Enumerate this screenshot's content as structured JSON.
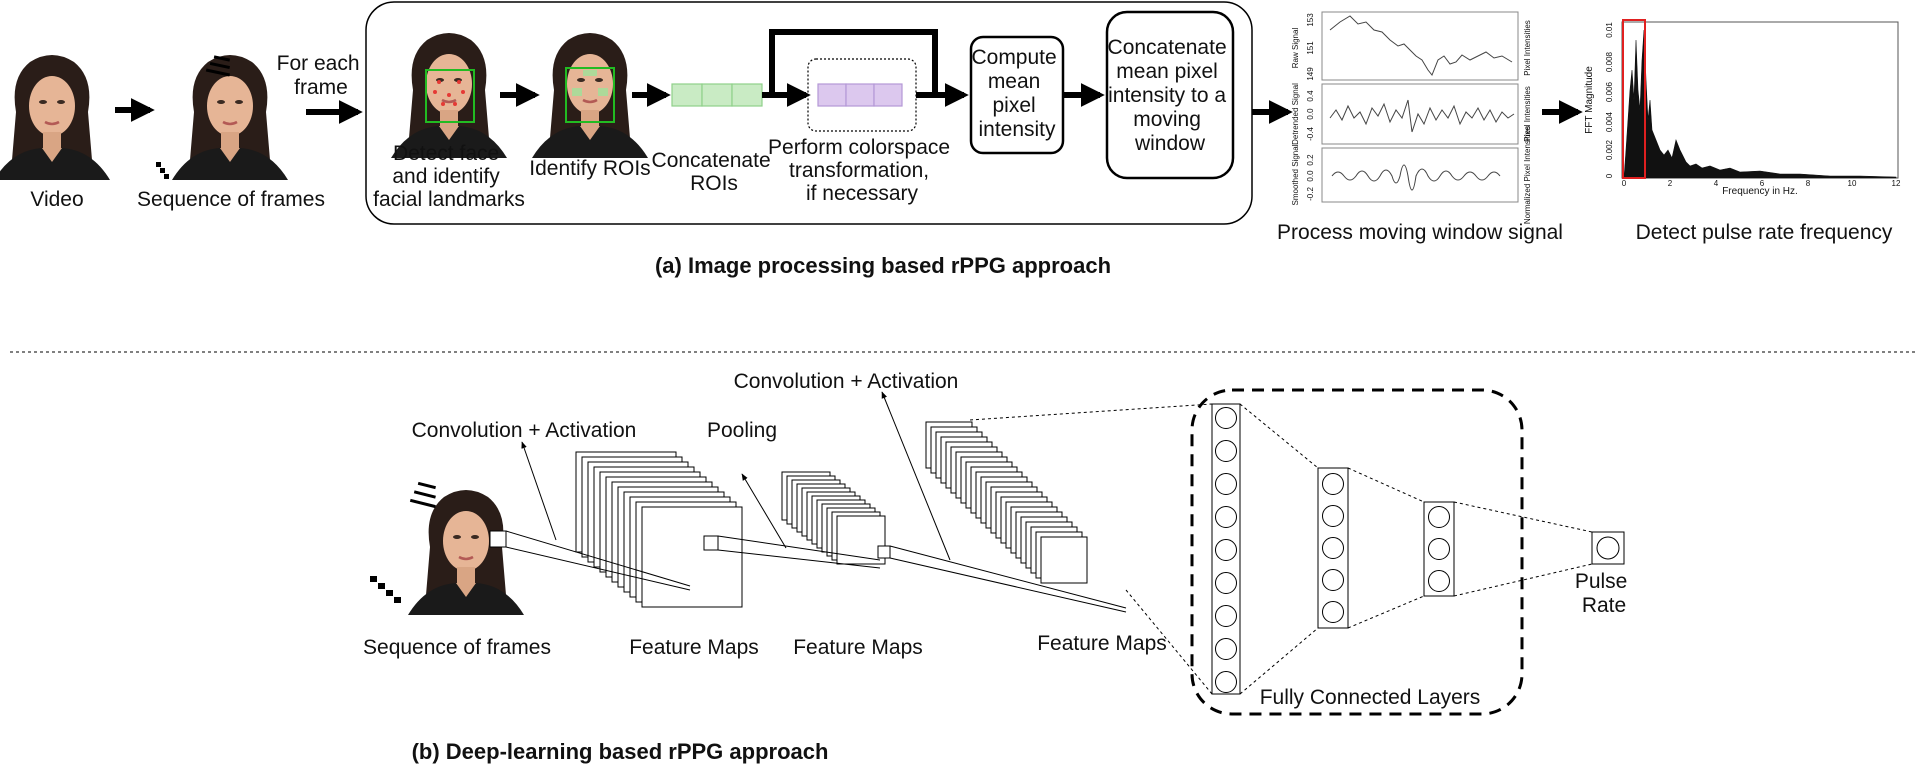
{
  "top": {
    "caption": "(a) Image processing based rPPG approach",
    "video_label": "Video",
    "frames_label": "Sequence of frames",
    "for_each_frame": [
      "For each",
      "frame"
    ],
    "detect_face": [
      "Detect face",
      "and identify",
      "facial landmarks"
    ],
    "identify_rois": "Identify ROIs",
    "concat_rois": [
      "Concatenate",
      "ROIs"
    ],
    "colorspace": [
      "Perform colorspace",
      "transformation,",
      "if necessary"
    ],
    "compute_mean": [
      "Compute",
      "mean",
      "pixel",
      "intensity"
    ],
    "concat_window": [
      "Concatenate",
      "mean pixel",
      "intensity to a",
      "moving",
      "window"
    ],
    "process_signal_label": "Process moving window signal",
    "detect_pulse_label": "Detect pulse rate frequency"
  },
  "signal_panel": {
    "panels": [
      {
        "left_label": "Raw Signal",
        "right_label": "Pixel Intensities",
        "ticks": [
          "153",
          "151",
          "149"
        ]
      },
      {
        "left_label": "Detrended Signal",
        "right_label": "Pixel Intensities",
        "ticks": [
          "0.4",
          "0.0",
          "-0.4"
        ]
      },
      {
        "left_label": "Smoothed Signal",
        "right_label": "Normalized Pixel Intensities",
        "ticks": [
          "0.2",
          "0.0",
          "-0.2"
        ]
      }
    ]
  },
  "fft_chart": {
    "ylabel": "FFT Magnitude",
    "xlabel": "Frequency in Hz.",
    "yticks": [
      "0",
      "0.002",
      "0.004",
      "0.006",
      "0.008",
      "0.01"
    ],
    "xticks": [
      "0",
      "2",
      "4",
      "6",
      "8",
      "10",
      "12"
    ],
    "highlight_color": "#e02020"
  },
  "bottom": {
    "caption": "(b) Deep-learning based rPPG approach",
    "frames_label": "Sequence of frames",
    "conv1": "Convolution + Activation",
    "pooling": "Pooling",
    "conv2": "Convolution + Activation",
    "fm1": "Feature Maps",
    "fm2": "Feature Maps",
    "fm3": "Feature Maps",
    "fc_label": "Fully Connected Layers",
    "pulse": [
      "Pulse",
      "Rate"
    ]
  },
  "colors": {
    "roi_green": "#c9ebc4",
    "roi_purple": "#dcc8ee",
    "landmark_red": "#e53935",
    "face_box_green": "#22bb22"
  }
}
